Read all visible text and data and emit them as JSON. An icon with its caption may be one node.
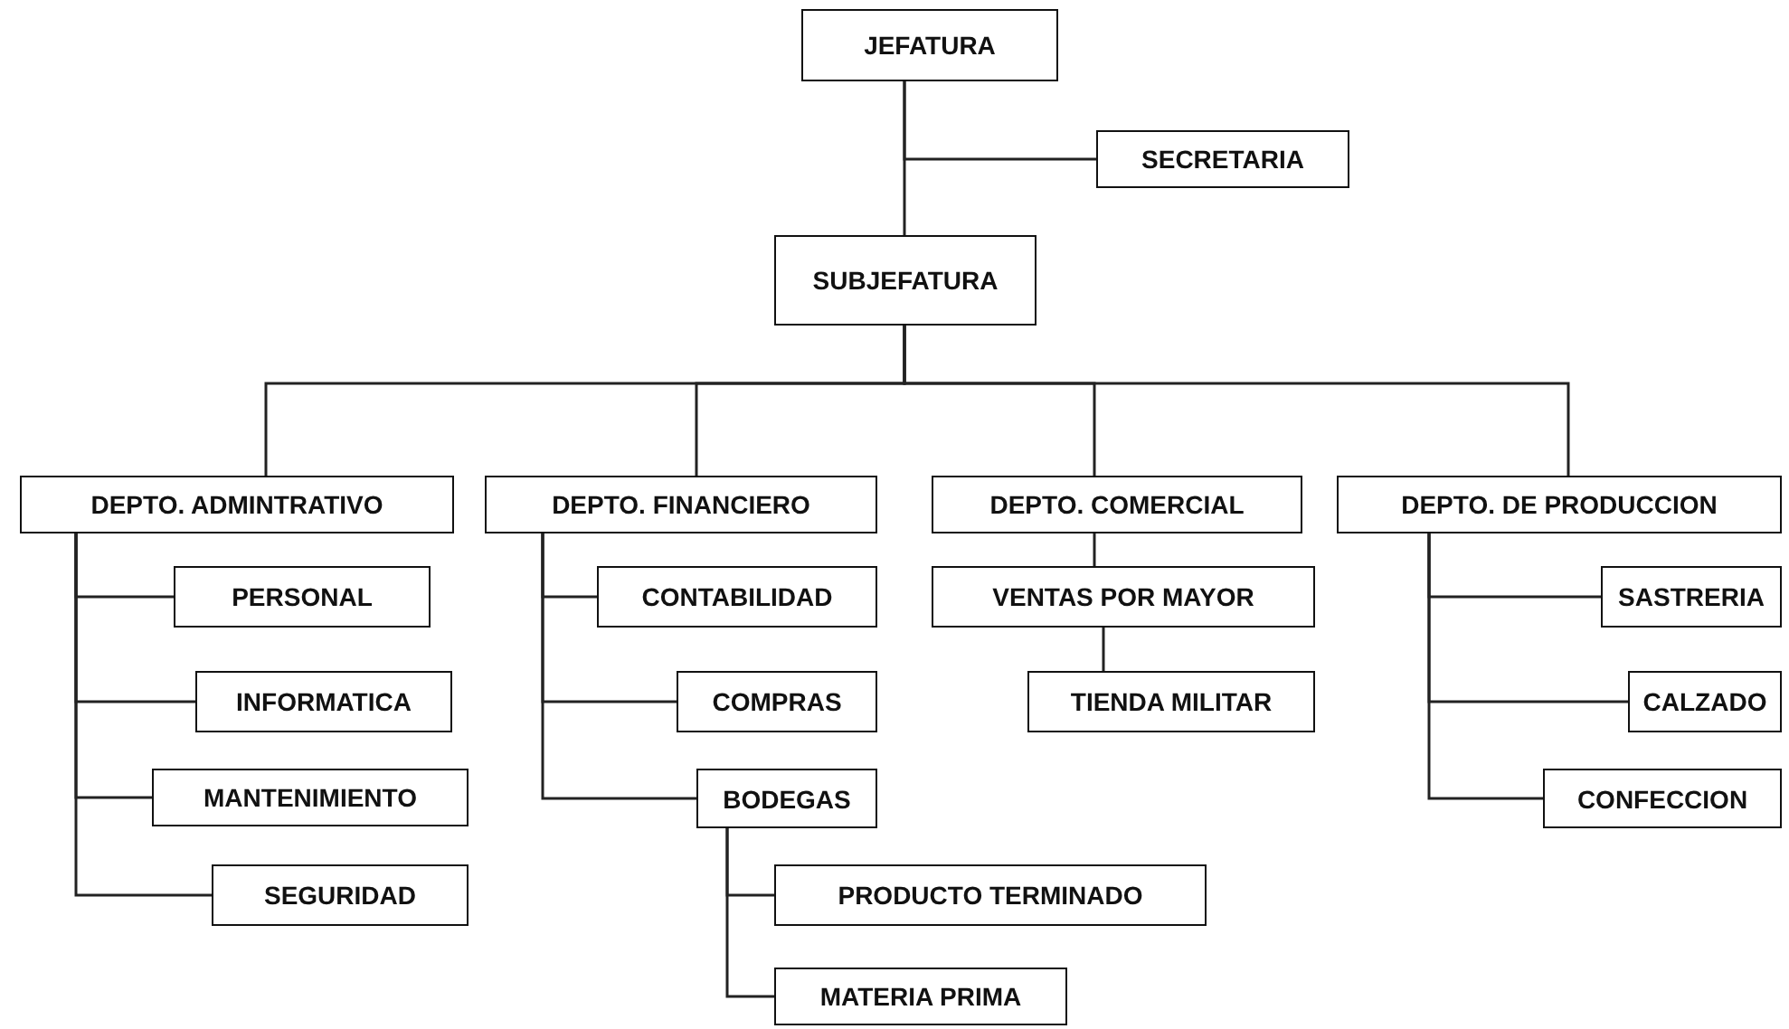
{
  "diagram": {
    "nodes": [
      {
        "text": [
          "JEFATURA"
        ]
      },
      {
        "text": [
          "SECRETARIA"
        ]
      },
      {
        "text": [
          "SUBJEFATURA"
        ]
      },
      {
        "text": [
          "DEPTO. ADMINTRATIVO"
        ]
      },
      {
        "text": [
          "PERSONAL"
        ]
      },
      {
        "text": [
          "INFORMATICA"
        ]
      },
      {
        "text": [
          "MANTENIMIENTO"
        ]
      },
      {
        "text": [
          "SEGURIDAD"
        ]
      },
      {
        "text": [
          "DEPTO. FINANCIERO"
        ]
      },
      {
        "text": [
          "CONTABILIDAD"
        ]
      },
      {
        "text": [
          "COMPRAS"
        ]
      },
      {
        "text": [
          "BODEGAS"
        ]
      },
      {
        "text": [
          "PRODUCTO TERMINADO"
        ]
      },
      {
        "text": [
          "MATERIA PRIMA"
        ]
      },
      {
        "text": [
          "DEPTO. COMERCIAL"
        ]
      },
      {
        "text": [
          "VENTAS POR MAYOR"
        ]
      },
      {
        "text": [
          "TIENDA MILITAR"
        ]
      },
      {
        "text": [
          "DEPTO. DE PRODUCCION"
        ]
      },
      {
        "text": [
          "SASTRERIA"
        ]
      },
      {
        "text": [
          "CALZADO"
        ]
      },
      {
        "text": [
          "CONFECCION"
        ]
      }
    ],
    "edges": [
      {
        "from": 0,
        "to": 1,
        "arrow": "none"
      },
      {
        "from": 0,
        "to": 2,
        "arrow": "none"
      },
      {
        "from": 2,
        "to": 3,
        "arrow": "none"
      },
      {
        "from": 2,
        "to": 8,
        "arrow": "none"
      },
      {
        "from": 2,
        "to": 14,
        "arrow": "none"
      },
      {
        "from": 2,
        "to": 17,
        "arrow": "none"
      },
      {
        "from": 3,
        "to": 4,
        "arrow": "none"
      },
      {
        "from": 3,
        "to": 5,
        "arrow": "none"
      },
      {
        "from": 3,
        "to": 6,
        "arrow": "none"
      },
      {
        "from": 3,
        "to": 7,
        "arrow": "none"
      },
      {
        "from": 8,
        "to": 9,
        "arrow": "none"
      },
      {
        "from": 8,
        "to": 10,
        "arrow": "none"
      },
      {
        "from": 8,
        "to": 11,
        "arrow": "none"
      },
      {
        "from": 11,
        "to": 12,
        "arrow": "none"
      },
      {
        "from": 11,
        "to": 13,
        "arrow": "none"
      },
      {
        "from": 14,
        "to": 15,
        "arrow": "none"
      },
      {
        "from": 15,
        "to": 16,
        "arrow": "none"
      },
      {
        "from": 17,
        "to": 18,
        "arrow": "none"
      },
      {
        "from": 17,
        "to": 19,
        "arrow": "none"
      },
      {
        "from": 17,
        "to": 20,
        "arrow": "none"
      }
    ]
  }
}
